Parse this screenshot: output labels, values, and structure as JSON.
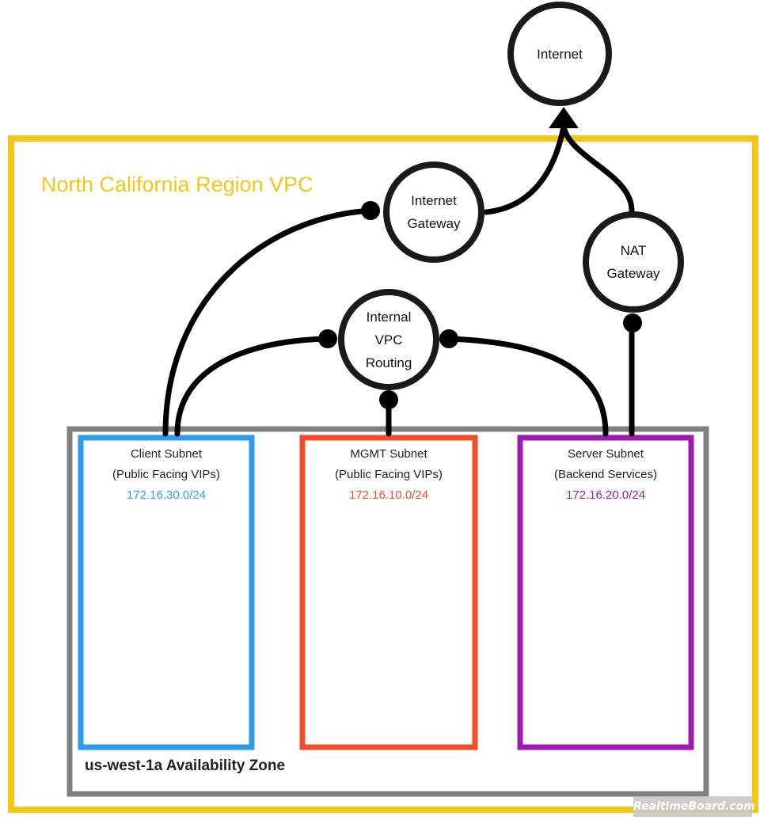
{
  "colors": {
    "region": "#F5C518",
    "availability_zone": "#808080",
    "client_subnet": "#2E9BEA",
    "mgmt_subnet": "#F04E2A",
    "server_subnet": "#9C1AAE",
    "connector": "#000000",
    "node_border": "#1a1a1a"
  },
  "region": {
    "title": "North California Region VPC"
  },
  "availability_zone": {
    "title": "us-west-1a Availability Zone"
  },
  "nodes": {
    "internet": {
      "label": "Internet"
    },
    "internet_gateway": {
      "line1": "Internet",
      "line2": "Gateway"
    },
    "nat_gateway": {
      "line1": "NAT",
      "line2": "Gateway"
    },
    "internal_vpc_routing": {
      "line1": "Internal",
      "line2": "VPC",
      "line3": "Routing"
    }
  },
  "subnets": {
    "client": {
      "name": "Client Subnet",
      "description": "(Public Facing VIPs)",
      "cidr": "172.16.30.0/24"
    },
    "mgmt": {
      "name": "MGMT Subnet",
      "description": "(Public Facing VIPs)",
      "cidr": "172.16.10.0/24"
    },
    "server": {
      "name": "Server Subnet",
      "description": "(Backend Services)",
      "cidr": "172.16.20.0/24"
    }
  },
  "watermark": {
    "text": "RealtimeBoard.com"
  }
}
